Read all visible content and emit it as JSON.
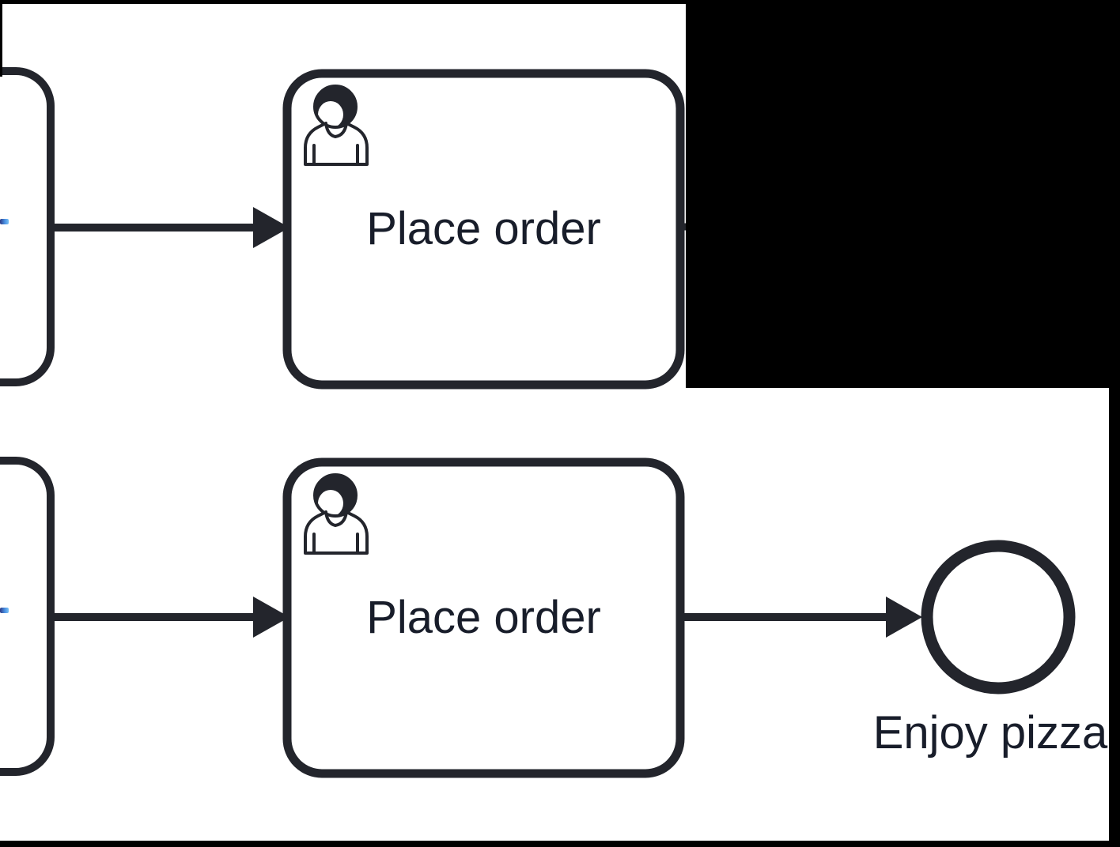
{
  "diagram": {
    "type": "bpmn-process",
    "tasks": [
      {
        "id": "task-top",
        "label": "Place order",
        "task_type": "user-task",
        "icon": "user-icon"
      },
      {
        "id": "task-bottom",
        "label": "Place order",
        "task_type": "user-task",
        "icon": "user-icon"
      }
    ],
    "partial_tasks": [
      {
        "id": "task-partial-top",
        "note": "task shape clipped by left screen edge"
      },
      {
        "id": "task-partial-bottom",
        "note": "task shape clipped by left screen edge"
      }
    ],
    "end_event": {
      "id": "end-event",
      "label": "Enjoy pizza"
    },
    "flows": [
      {
        "from": "task-partial-top",
        "to": "task-top"
      },
      {
        "from": "task-partial-bottom",
        "to": "task-bottom"
      },
      {
        "from": "task-bottom",
        "to": "end-event"
      },
      {
        "from": "task-top",
        "to": "offscreen-right-stub"
      }
    ],
    "colors": {
      "canvas_background": "#ffffff",
      "shape_stroke": "#23252c",
      "label_text": "#181d2a",
      "mask_black": "#000000",
      "clipped_fragment_blue": "#4a90e2"
    }
  }
}
